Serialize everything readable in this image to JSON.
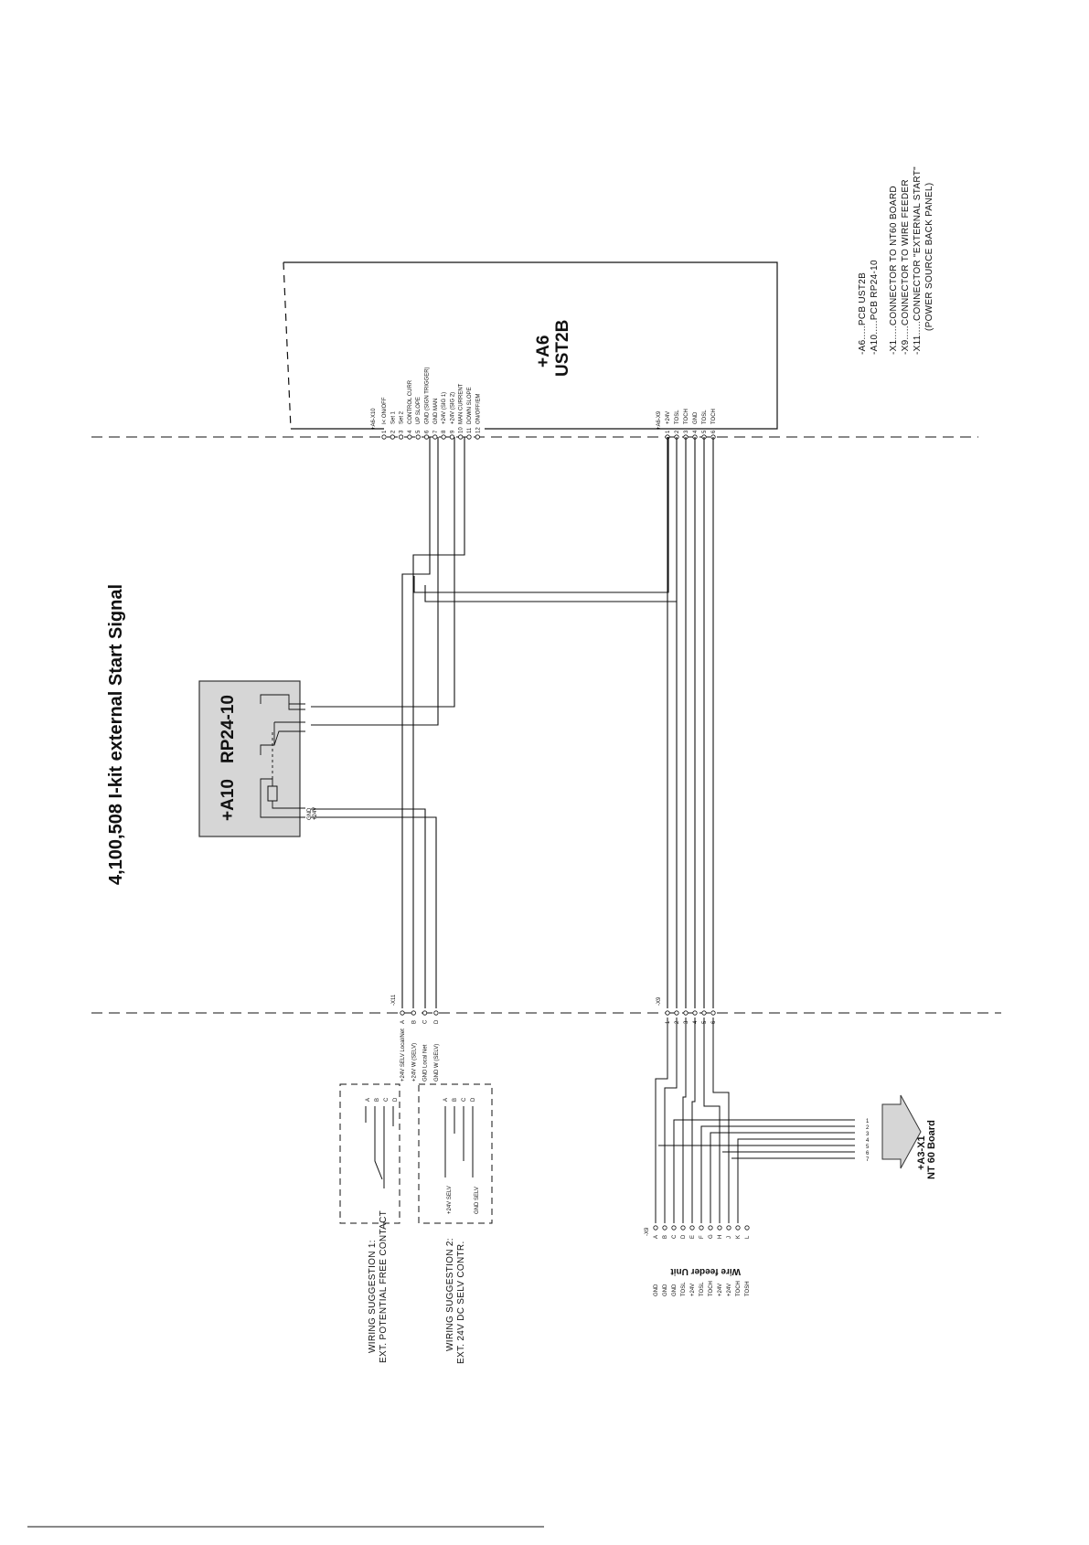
{
  "title": "4,100,508 I-kit external Start Signal",
  "ust2b_block": {
    "name": "+A6",
    "type": "UST2B"
  },
  "rp24_block": {
    "name": "+A10",
    "type": "RP24-10",
    "pins": [
      "GND",
      "+24V"
    ]
  },
  "x10": {
    "name": "+A6-X10",
    "pins": [
      "1",
      "2",
      "3",
      "4",
      "5",
      "6",
      "7",
      "8",
      "9",
      "10",
      "11",
      "12"
    ],
    "signals": [
      "I< ON/OFF",
      "Set 1",
      "Set 2",
      "CONTROL CURR",
      "UP SLOPE",
      "GND (SIGN TRIGGER)",
      "GND MAN",
      "+24V (SIG 1)",
      "+24V (SIG 2)",
      "MAN CURRENT",
      "DOWN SLOPE",
      "ON/OFF/EM"
    ]
  },
  "x9_top": {
    "name": "+A6-X9",
    "pins": [
      "1",
      "2",
      "3",
      "4",
      "5",
      "6"
    ],
    "signals": [
      "+24V",
      "TOSL",
      "TOCH",
      "GND",
      "TOSL",
      "TOCH"
    ]
  },
  "x11": {
    "name": "-X11",
    "pins": [
      "A",
      "B",
      "C",
      "D"
    ],
    "signals": [
      "+24V SELV Local/Net",
      "+24V W (SELV)",
      "GND Local Net",
      "GND W (SELV)"
    ]
  },
  "x9_mid": {
    "name": "-X9",
    "pins": [
      "1",
      "2",
      "3",
      "4",
      "5",
      "6"
    ]
  },
  "wiring1": {
    "line1": "WIRING SUGGESTION 1:",
    "line2": "EXT. POTENTIAL FREE CONTACT",
    "pins": [
      "A",
      "B",
      "C",
      "D"
    ]
  },
  "wiring2": {
    "line1": "WIRING SUGGESTION 2:",
    "line2": "EXT. 24V DC SELV CONTR.",
    "pins": [
      "A",
      "B",
      "C",
      "D"
    ],
    "labels": [
      "+24V SELV",
      "GND SELV"
    ]
  },
  "wire_feeder": {
    "caption": "Wire feeder Unit",
    "name": "-X9",
    "pins": [
      "A",
      "B",
      "C",
      "D",
      "E",
      "F",
      "G",
      "H",
      "J",
      "K",
      "L"
    ],
    "signals": [
      "GND",
      "GND",
      "GND",
      "TOSL",
      "+24V",
      "TOSL",
      "TOCH",
      "+24V",
      "+24V",
      "TOCH",
      "TOSH"
    ]
  },
  "nt60": {
    "name": "+A3-X1",
    "board": "NT 60 Board",
    "pins": [
      "1",
      "2",
      "3",
      "4",
      "5",
      "6",
      "7"
    ]
  },
  "legend": [
    "-A6.....PCB UST2B",
    "-A10.....PCB RP24-10",
    "-X1.....CONNECTOR TO NT60 BOARD",
    "-X9.....CONNECTOR TO WIRE FEEDER",
    "-X11.....CONNECTOR \"EXTERNAL START\"",
    "(POWER SOURCE BACK PANEL)"
  ]
}
